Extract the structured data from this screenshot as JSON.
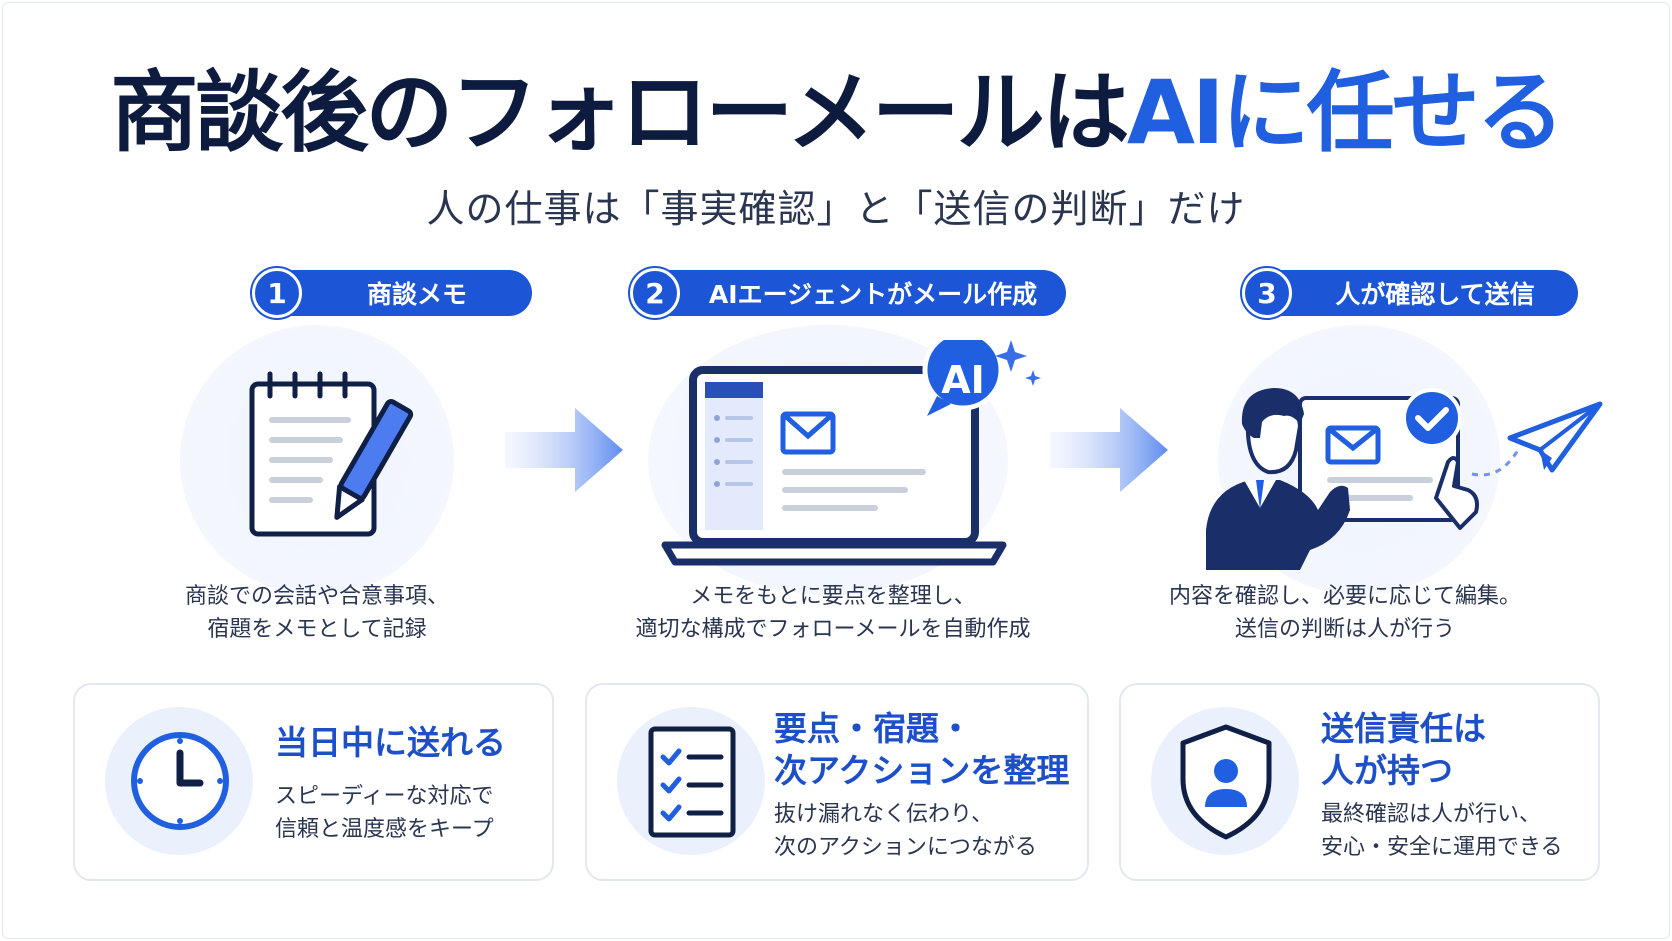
{
  "title": {
    "main": "商談後のフォローメールは",
    "accent": "AIに任せる"
  },
  "subtitle": "人の仕事は「事実確認」と「送信の判断」だけ",
  "steps": [
    {
      "num": "1",
      "label": "商談メモ",
      "desc1": "商談での会話や合意事項、",
      "desc2": "宿題をメモとして記録"
    },
    {
      "num": "2",
      "label": "AIエージェントがメール作成",
      "desc1": "メモをもとに要点を整理し、",
      "desc2": "適切な構成でフォローメールを自動作成"
    },
    {
      "num": "3",
      "label": "人が確認して送信",
      "desc1": "内容を確認し、必要に応じて編集。",
      "desc2": "送信の判断は人が行う"
    }
  ],
  "ai_badge": "AI",
  "cards": [
    {
      "title1": "当日中に送れる",
      "title2": "",
      "desc1": "スピーディーな対応で",
      "desc2": "信頼と温度感をキープ"
    },
    {
      "title1": "要点・宿題・",
      "title2": "次アクションを整理",
      "desc1": "抜け漏れなく伝わり、",
      "desc2": "次のアクションにつながる"
    },
    {
      "title1": "送信責任は",
      "title2": "人が持つ",
      "desc1": "最終確認は人が行い、",
      "desc2": "安心・安全に運用できる"
    }
  ],
  "colors": {
    "primary": "#1c55d6",
    "accent": "#1f5fe0",
    "navy": "#0d1b3e"
  }
}
